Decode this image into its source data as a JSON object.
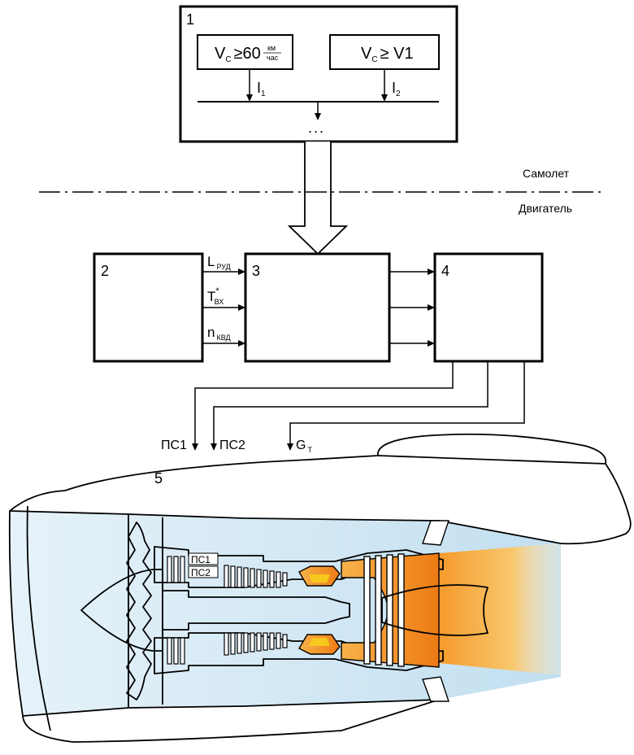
{
  "blocks": {
    "block1": {
      "number": "1"
    },
    "block2": {
      "number": "2"
    },
    "block3": {
      "number": "3"
    },
    "block4": {
      "number": "4"
    },
    "engine": {
      "number": "5"
    }
  },
  "conditions": {
    "speed60": {
      "lhs": "V",
      "lhs_sub": "C",
      "op": "≥60",
      "frac_num": "км",
      "frac_den": "час"
    },
    "speedV1": {
      "lhs": "V",
      "lhs_sub": "C",
      "op": "≥ V1"
    },
    "signal1": {
      "main": "I",
      "sub": "1"
    },
    "signal2": {
      "main": "I",
      "sub": "2"
    },
    "ellipsis": "..."
  },
  "zones": {
    "aircraft": "Самолет",
    "engine": "Двигатель"
  },
  "inputs": {
    "lrud": {
      "main": "L",
      "sub": "РУД"
    },
    "tvx": {
      "main": "T",
      "sup": "*",
      "sub": "ВХ"
    },
    "nkvd": {
      "main": "n",
      "sub": "КВД"
    }
  },
  "outputs": {
    "ps1": "ПС1",
    "ps2": "ПС2",
    "gt": {
      "main": "G",
      "sub": "Т"
    }
  },
  "engine_labels": {
    "ps1": "ПС1",
    "ps2": "ПС2"
  },
  "colors": {
    "duct": "#c9e3f1",
    "flame_hot": "#f08a1c",
    "flame_core": "#f7b722",
    "exhaust": "#f6a136"
  }
}
